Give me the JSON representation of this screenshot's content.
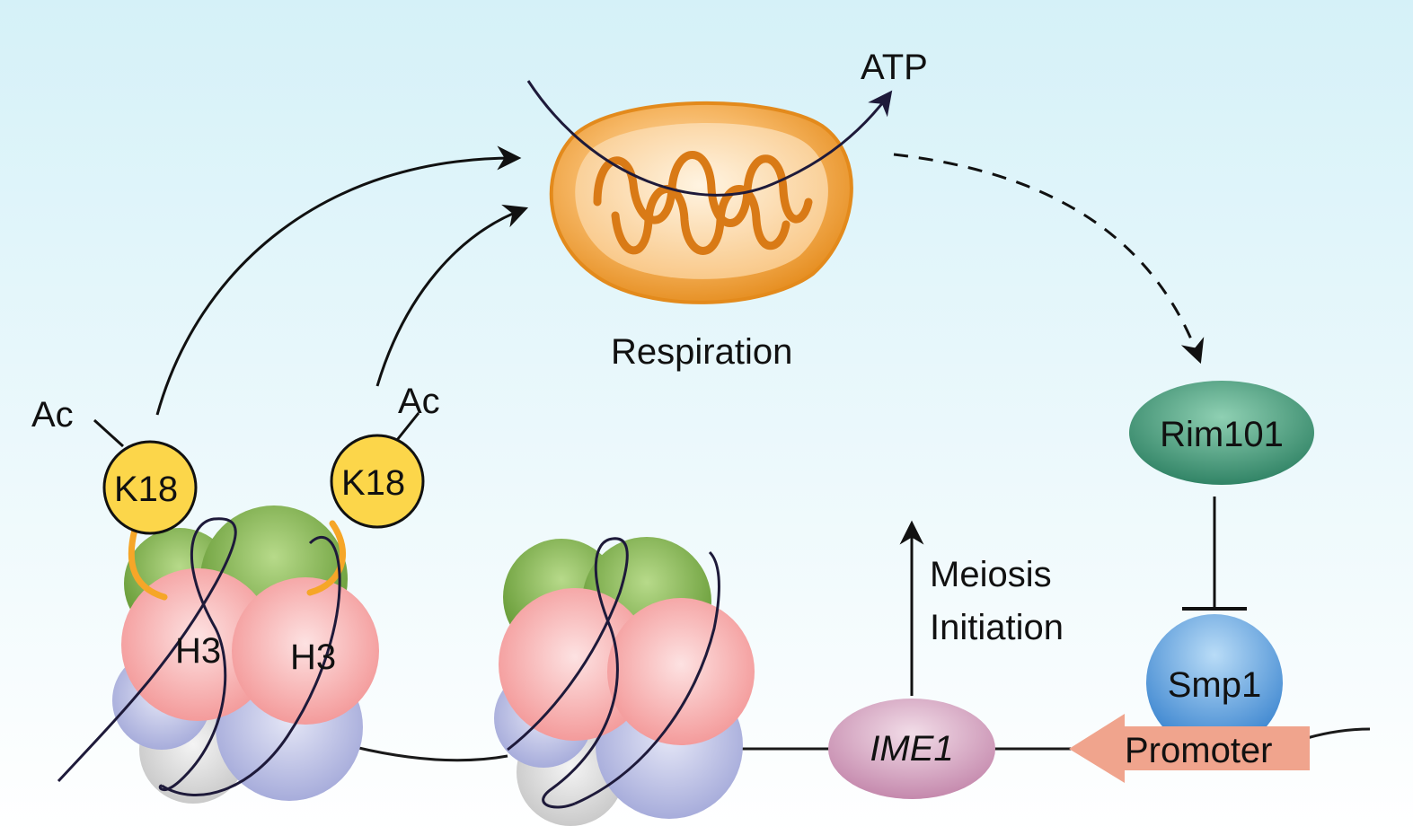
{
  "labels": {
    "atp": "ATP",
    "respiration": "Respiration",
    "ac_left": "Ac",
    "ac_right": "Ac",
    "k18_left": "K18",
    "k18_right": "K18",
    "h3_left": "H3",
    "h3_right": "H3",
    "rim101": "Rim101",
    "smp1": "Smp1",
    "promoter": "Promoter",
    "ime1": "IME1",
    "meiosis_line1": "Meiosis",
    "meiosis_line2": "Initiation"
  },
  "colors": {
    "background_top": "#d8f3f8",
    "background_bottom": "#ffffff",
    "mito_outer": "#ec9a26",
    "mito_inner": "#fbd3a0",
    "mito_crista": "#d97a16",
    "k18_fill": "#fbd84a",
    "histone_green": "#6ea33a",
    "histone_pink": "#f5a0a0",
    "histone_blue": "#a9aedb",
    "histone_grey": "#cfcfcf",
    "rim101_fill": "#2e8a6c",
    "smp1_fill": "#3f8fd6",
    "ime1_fill": "#c78aae",
    "promoter_fill": "#f0a48d",
    "dna": "#1e1a3a"
  }
}
